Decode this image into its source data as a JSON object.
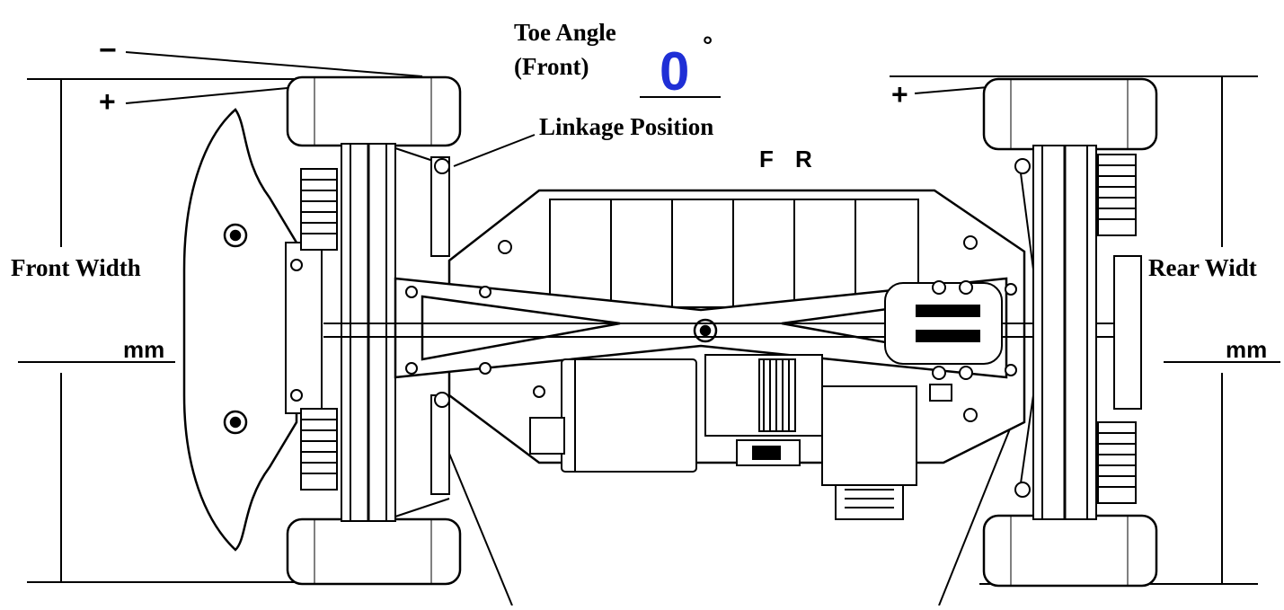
{
  "toe_angle": {
    "title_line1": "Toe Angle",
    "title_line2": "(Front)",
    "value": "0",
    "unit": "°",
    "value_color": "#1f2fd6"
  },
  "linkage": {
    "label": "Linkage Position",
    "front_letter": "F",
    "rear_letter": "R"
  },
  "front_width": {
    "label": "Front Width",
    "unit": "mm"
  },
  "rear_width": {
    "label": "Rear Widt",
    "unit": "mm"
  },
  "toe_signs": {
    "minus": "−",
    "plus_front": "+",
    "plus_rear": "+"
  },
  "colors": {
    "line": "#000000",
    "background": "#ffffff",
    "accent": "#1f2fd6"
  }
}
